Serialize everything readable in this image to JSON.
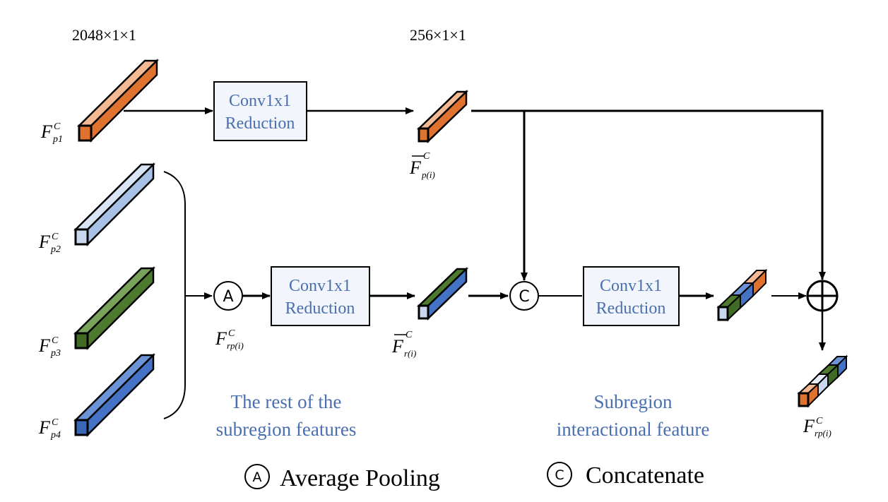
{
  "dims": {
    "input": "2048×1×1",
    "reduced": "256×1×1"
  },
  "conv_box": {
    "line1": "Conv1x1",
    "line2": "Reduction"
  },
  "captions": {
    "rest_line1": "The rest of the",
    "rest_line2": "subregion features",
    "inter_line1": "Subregion",
    "inter_line2": "interactional feature"
  },
  "legend": {
    "a_symbol": "A",
    "a_text": "Average Pooling",
    "c_symbol": "C",
    "c_text": "Concatenate"
  },
  "labels": {
    "fp1": {
      "main": "F",
      "sup": "C",
      "sub": "p1"
    },
    "fp2": {
      "main": "F",
      "sup": "C",
      "sub": "p2"
    },
    "fp3": {
      "main": "F",
      "sup": "C",
      "sub": "p3"
    },
    "fp4": {
      "main": "F",
      "sup": "C",
      "sub": "p4"
    },
    "fbar_p": {
      "main": "F",
      "sup": "C",
      "sub": "p(i)"
    },
    "frp_mid": {
      "main": "F",
      "sup": "C",
      "sub": "rp(i)"
    },
    "fbar_r": {
      "main": "F",
      "sup": "C",
      "sub": "r(i)"
    },
    "frp_out": {
      "main": "F",
      "sup": "C",
      "sub": "rp(i)"
    }
  },
  "colors": {
    "orange": "#e0722f",
    "orange_light": "#f2b08a",
    "light_blue": "#b7cbe9",
    "light_blue_front": "#c9d8ef",
    "green": "#4d7a2e",
    "blue": "#4472c4",
    "text_blue": "#4a6fb0",
    "box_fill": "#f2f5fb"
  }
}
